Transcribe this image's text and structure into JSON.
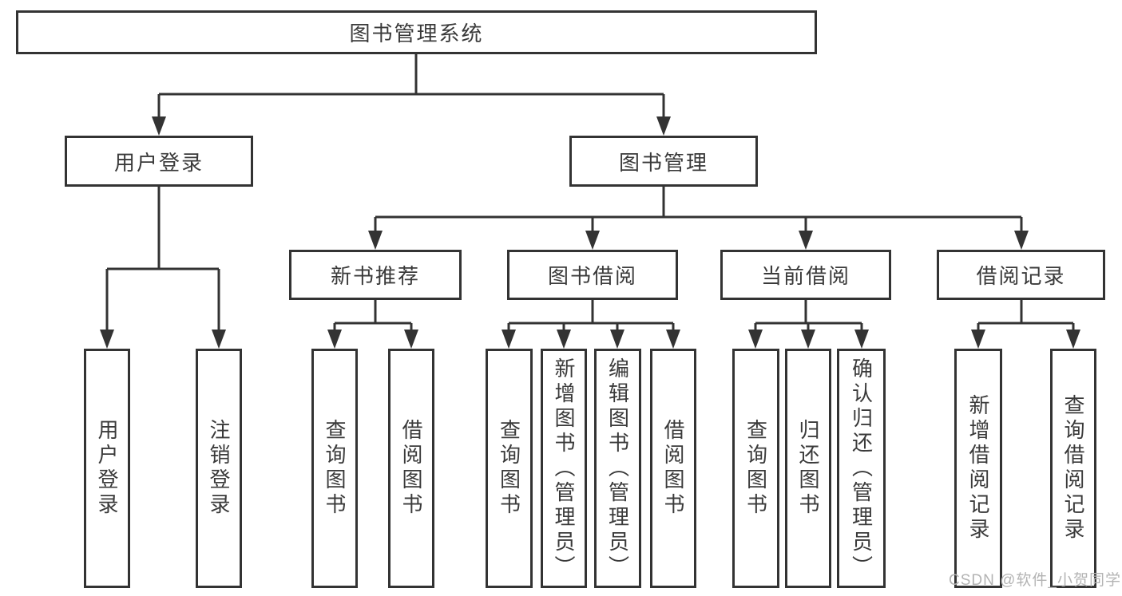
{
  "nodes": {
    "root": {
      "label": "图书管理系统"
    },
    "user_login": {
      "label": "用户登录"
    },
    "book_mgmt": {
      "label": "图书管理"
    },
    "new_book_rec": {
      "label": "新书推荐"
    },
    "book_borrow": {
      "label": "图书借阅"
    },
    "current_borrow": {
      "label": "当前借阅"
    },
    "borrow_records": {
      "label": "借阅记录"
    },
    "ul_user_login": {
      "label": "用户登录"
    },
    "ul_logout": {
      "label": "注销登录"
    },
    "nb_query": {
      "label": "查询图书"
    },
    "nb_borrow": {
      "label": "借阅图书"
    },
    "bb_query": {
      "label": "查询图书"
    },
    "bb_add": {
      "label": "新增图书（管理员）"
    },
    "bb_edit": {
      "label": "编辑图书（管理员）"
    },
    "bb_borrow": {
      "label": "借阅图书"
    },
    "cb_query": {
      "label": "查询图书"
    },
    "cb_return": {
      "label": "归还图书"
    },
    "cb_confirm": {
      "label": "确认归还（管理员）"
    },
    "br_add": {
      "label": "新增借阅记录"
    },
    "br_query": {
      "label": "查询借阅记录"
    }
  },
  "hierarchy": {
    "root": [
      "user_login",
      "book_mgmt"
    ],
    "user_login": [
      "ul_user_login",
      "ul_logout"
    ],
    "book_mgmt": [
      "new_book_rec",
      "book_borrow",
      "current_borrow",
      "borrow_records"
    ],
    "new_book_rec": [
      "nb_query",
      "nb_borrow"
    ],
    "book_borrow": [
      "bb_query",
      "bb_add",
      "bb_edit",
      "bb_borrow"
    ],
    "current_borrow": [
      "cb_query",
      "cb_return",
      "cb_confirm"
    ],
    "borrow_records": [
      "br_add",
      "br_query"
    ]
  },
  "watermark": {
    "text": "CSDN @软件_小贺同学"
  },
  "colors": {
    "line": "#333333",
    "text": "#3a3a3a",
    "watermark": "#b3b3b3",
    "background": "#ffffff"
  }
}
